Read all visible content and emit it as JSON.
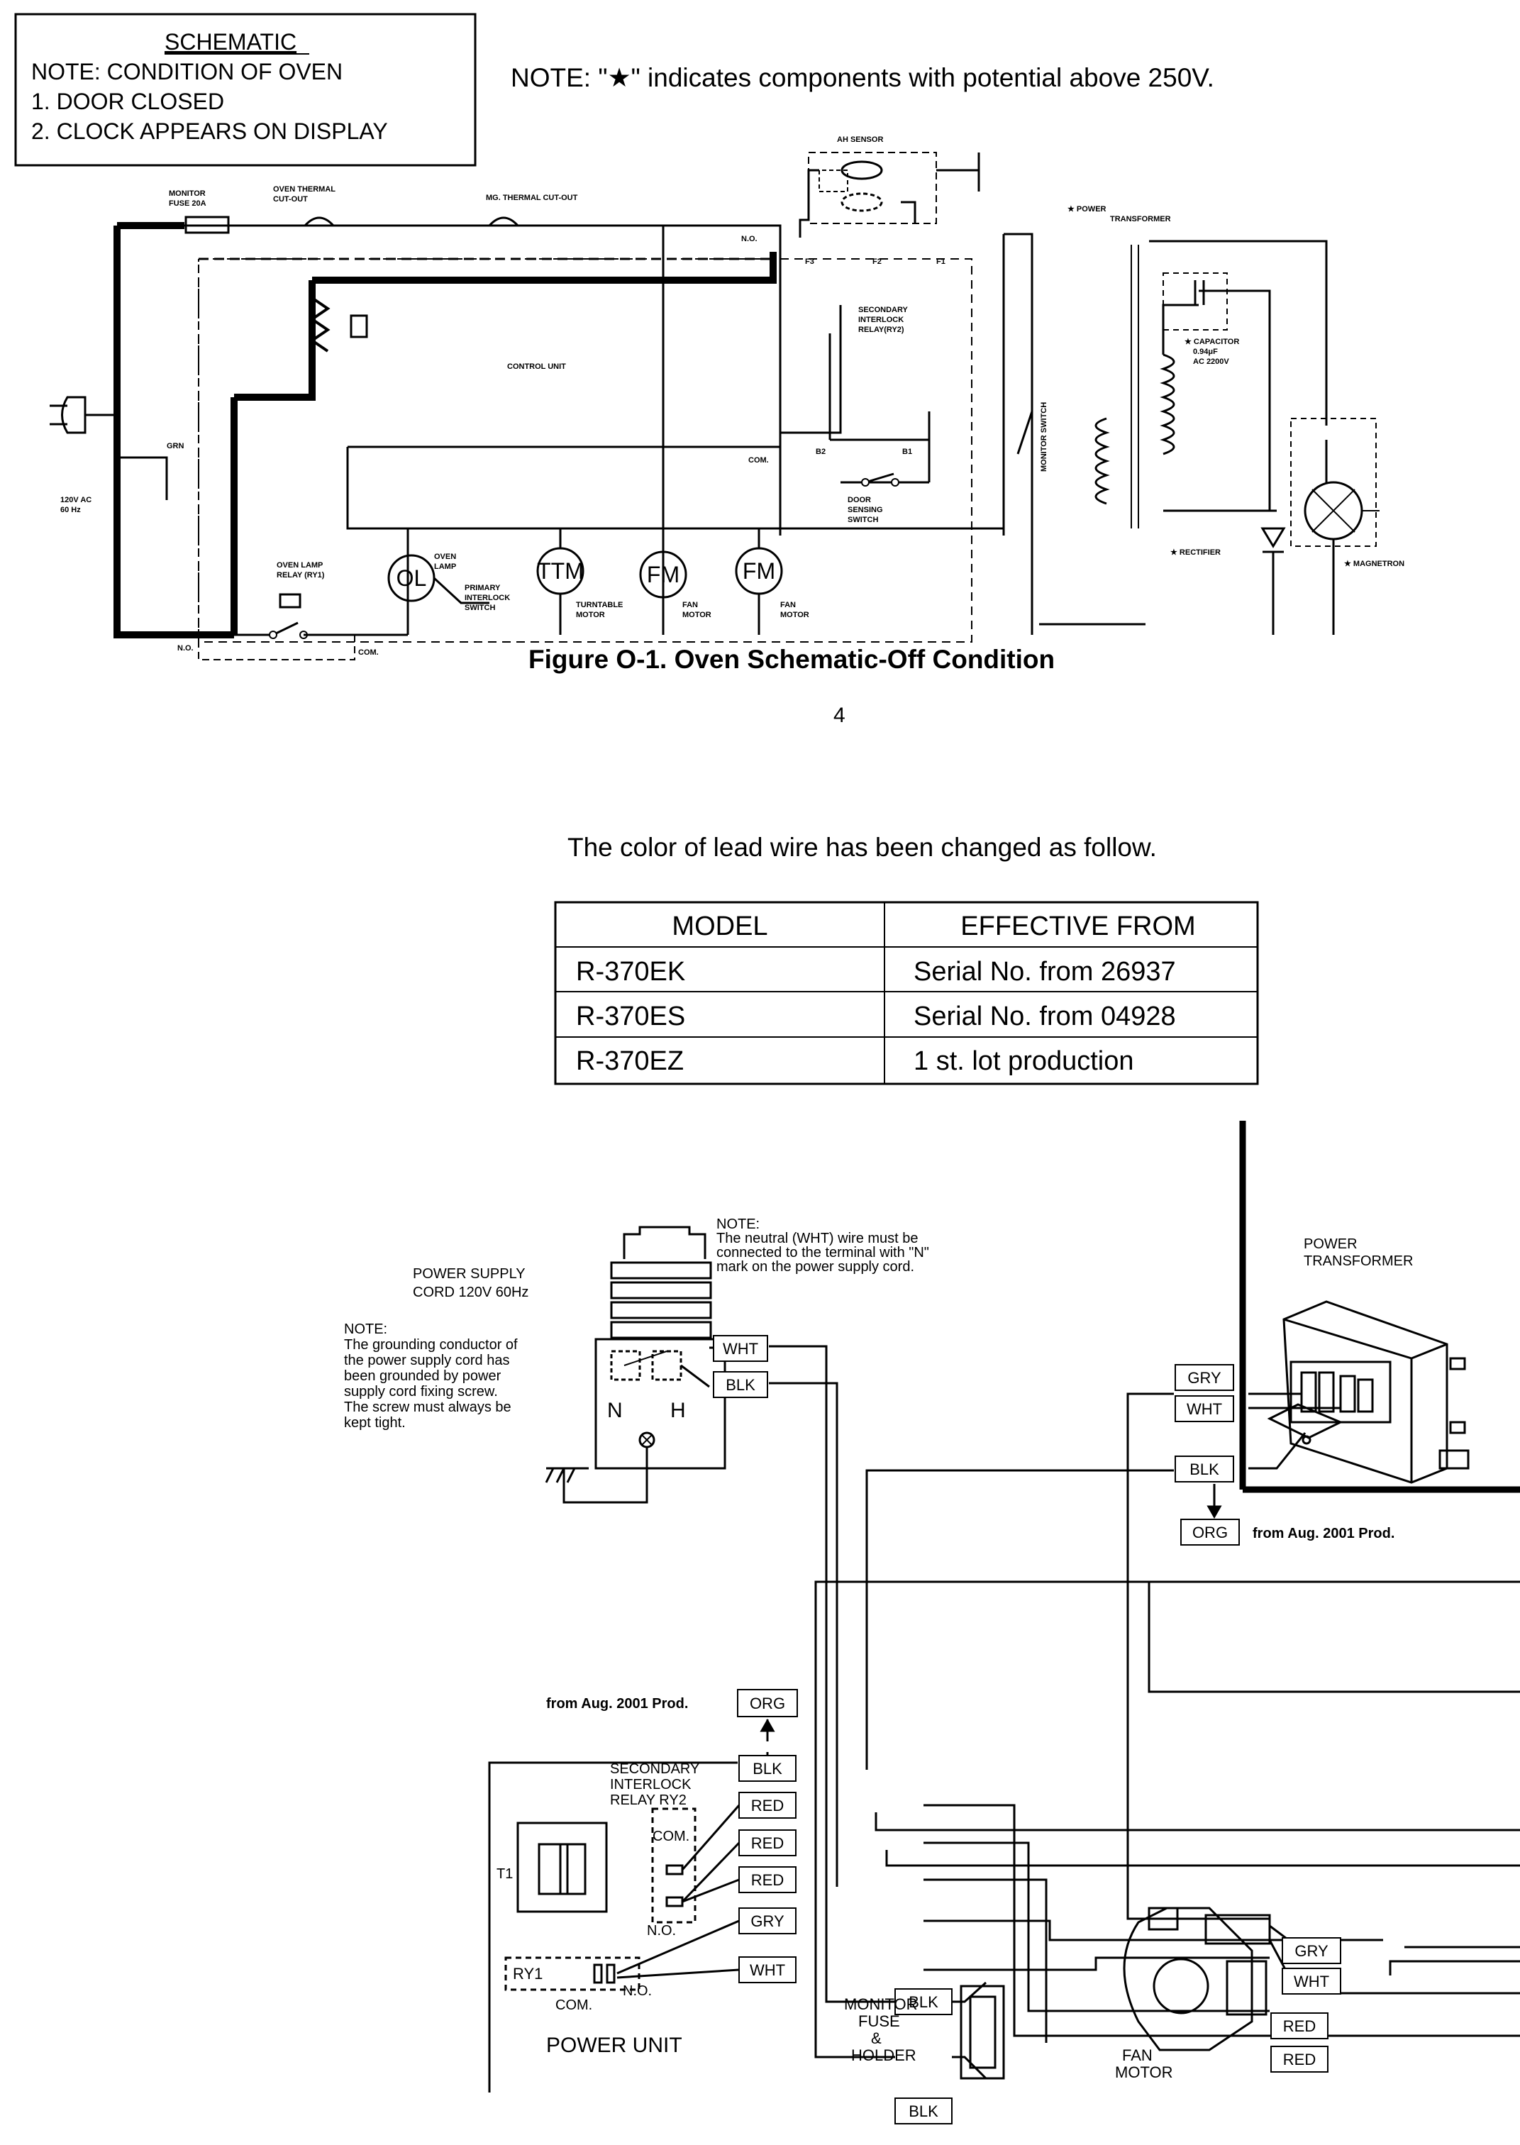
{
  "schematic_box": {
    "heading": "SCHEMATIC",
    "line1": "NOTE: CONDITION OF OVEN",
    "line2": "1.  DOOR CLOSED",
    "line3": "2.  CLOCK APPEARS ON DISPLAY"
  },
  "top_note": "NOTE: \"★\" indicates components with potential above 250V.",
  "schematic_labels": {
    "monitor_fuse": "MONITOR",
    "monitor_fuse2": "FUSE 20A",
    "oven_thermal": "OVEN THERMAL",
    "oven_thermal2": "CUT-OUT",
    "mg_thermal": "MG. THERMAL CUT-OUT",
    "ah_sensor": "AH SENSOR",
    "power_transformer": "★ POWER",
    "power_transformer2": "TRANSFORMER",
    "no_top": "N.O.",
    "f3": "F3",
    "f2": "F2",
    "f1": "F1",
    "secondary": "SECONDARY",
    "secondary2": "INTERLOCK",
    "secondary3": "RELAY(RY2)",
    "capacitor": "★ CAPACITOR",
    "capacitor2": "0.94μF",
    "capacitor3": "AC 2200V",
    "control_unit": "CONTROL UNIT",
    "grn": "GRN",
    "com_mid": "COM.",
    "b2": "B2",
    "b1": "B1",
    "monitor_switch": "MONITOR SWITCH",
    "door_sensing": "DOOR",
    "door_sensing2": "SENSING",
    "door_sensing3": "SWITCH",
    "ac_in": "120V AC",
    "ac_in2": "60 Hz",
    "rectifier": "★ RECTIFIER",
    "magnetron": "★ MAGNETRON",
    "oven_lamp_relay": "OVEN LAMP",
    "oven_lamp_relay2": "RELAY (RY1)",
    "ol": "OL",
    "oven_lamp": "OVEN",
    "oven_lamp2": "LAMP",
    "ttm": "TTM",
    "fm": "FM",
    "primary": "PRIMARY",
    "primary2": "INTERLOCK",
    "primary3": "SWITCH",
    "turntable": "TURNTABLE",
    "turntable2": "MOTOR",
    "fan": "FAN",
    "fan2": "MOTOR",
    "no_bottom": "N.O.",
    "com_bottom": "COM."
  },
  "figure_caption": "Figure O-1. Oven Schematic-Off Condition",
  "page_number": "4",
  "intro": "The color of lead wire has been changed as follow.",
  "table": {
    "headers": [
      "MODEL",
      "EFFECTIVE FROM"
    ],
    "rows": [
      [
        "R-370EK",
        "Serial No. from 26937"
      ],
      [
        "R-370ES",
        "Serial No. from 04928"
      ],
      [
        "R-370EZ",
        "1 st. lot production"
      ]
    ]
  },
  "wiring": {
    "power_cord": "POWER SUPPLY",
    "power_cord2": "CORD 120V 60Hz",
    "note_neutral": "NOTE:",
    "note_neutral2": "The neutral (WHT) wire must be",
    "note_neutral3": "connected to the terminal with \"N\"",
    "note_neutral4": "mark on the power supply cord.",
    "note_ground": "NOTE:",
    "note_ground2": "The grounding conductor of",
    "note_ground3": "the power supply cord has",
    "note_ground4": "been grounded by power",
    "note_ground5": "supply cord fixing screw.",
    "note_ground6": "The screw must always be",
    "note_ground7": "kept tight.",
    "n": "N",
    "h": "H",
    "power_transformer": "POWER",
    "power_transformer2": "TRANSFORMER",
    "from_aug": "from Aug. 2001 Prod.",
    "from_aug2": "from Aug. 2001 Prod.",
    "secondary": "SECONDARY",
    "secondary2": "INTERLOCK",
    "secondary3": "RELAY RY2",
    "com_relay": "COM.",
    "no_relay": "N.O.",
    "t1": "T1",
    "ry1": "RY1",
    "com_ry1": "COM.",
    "no_ry1": "N.O.",
    "power_unit": "POWER UNIT",
    "monitor_fuse": "MONITOR",
    "monitor_fuse2": "FUSE",
    "monitor_fuse3": "&",
    "monitor_fuse4": "HOLDER",
    "fan_motor": "FAN",
    "fan_motor2": "MOTOR",
    "wires": {
      "wht_cord": "WHT",
      "blk_cord": "BLK",
      "gry_tr": "GRY",
      "wht_tr": "WHT",
      "blk_tr": "BLK",
      "org_tr": "ORG",
      "org_pu": "ORG",
      "blk_pu": "BLK",
      "red1": "RED",
      "red2": "RED",
      "red3": "RED",
      "gry_pu": "GRY",
      "wht_pu": "WHT",
      "blk_fuse1": "BLK",
      "blk_fuse2": "BLK",
      "gry_fan": "GRY",
      "wht_fan": "WHT",
      "red_fan1": "RED",
      "red_fan2": "RED"
    }
  }
}
